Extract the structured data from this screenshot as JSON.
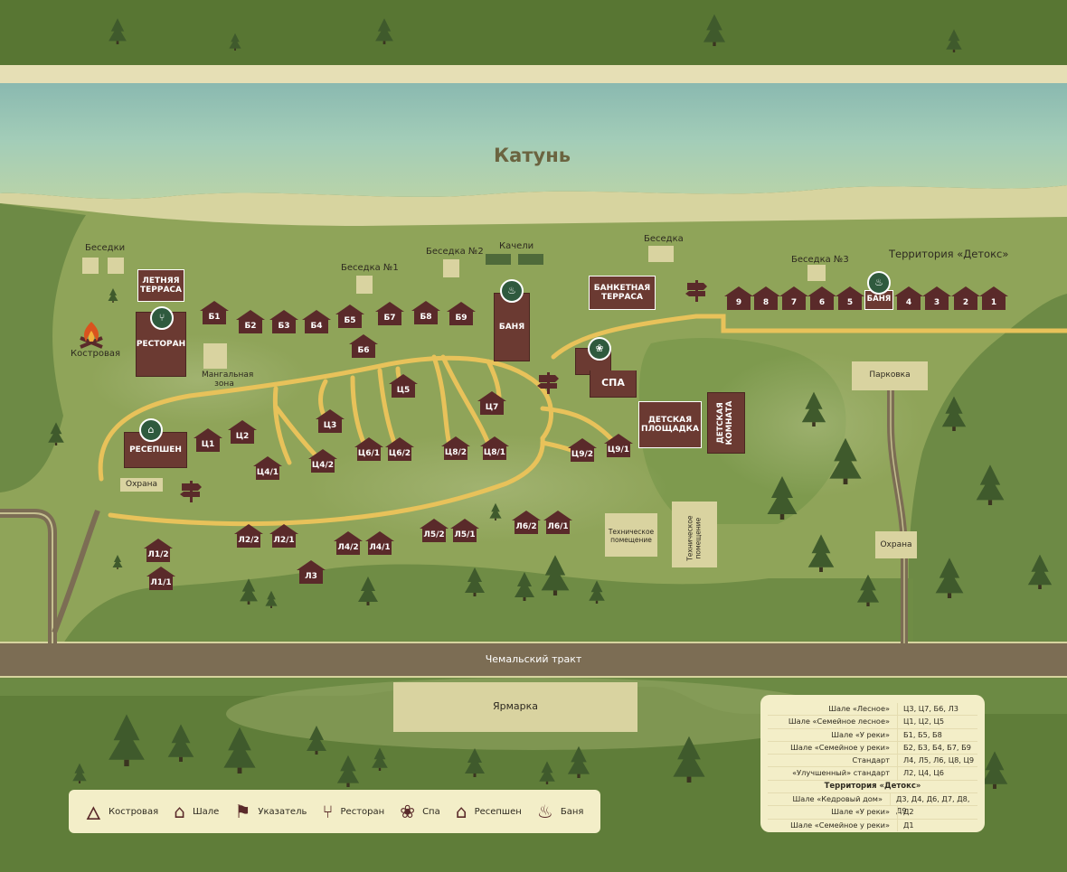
{
  "colors": {
    "grass": "#8fa459",
    "forest": "#5f7a3c",
    "road": "#7c6d54",
    "path": "#e8c25a",
    "chalet": "#5a2a2a",
    "building": "#6b3a32",
    "badge": "#2f5a3e",
    "water": "#93c2b2"
  },
  "river": {
    "label": "Катунь"
  },
  "road": {
    "label": "Чемальский тракт"
  },
  "zones": {
    "detox": "Территория «Детокс»",
    "gazebos": "Беседки",
    "gazebo1": "Беседка №1",
    "gazebo2": "Беседка №2",
    "gazebo": "Беседка",
    "gazebo3": "Беседка №3",
    "swings": "Качели",
    "campfire": "Костровая",
    "bbq": "Мангальная зона",
    "security1": "Охрана",
    "security2": "Охрана",
    "parking": "Парковка",
    "tech1": "Техническое помещение",
    "tech2": "Техническое помещение",
    "fair": "Ярмарка"
  },
  "buildings": {
    "summer_terrace": "ЛЕТНЯЯ ТЕРРАСА",
    "restaurant": "РЕСТОРАН",
    "reception": "РЕСЕПШЕН",
    "banya_main": "БАНЯ",
    "banquet": "БАНКЕТНАЯ ТЕРРАСА",
    "spa": "СПА",
    "playground": "ДЕТСКАЯ ПЛОЩАДКА",
    "kids_room": "ДЕТСКАЯ КОМНАТА",
    "banya_detox": "БАНЯ"
  },
  "chalets": [
    {
      "id": "b1",
      "label": "Б1"
    },
    {
      "id": "b2",
      "label": "Б2"
    },
    {
      "id": "b3",
      "label": "Б3"
    },
    {
      "id": "b4",
      "label": "Б4"
    },
    {
      "id": "b5",
      "label": "Б5"
    },
    {
      "id": "b6",
      "label": "Б6"
    },
    {
      "id": "b7",
      "label": "Б7"
    },
    {
      "id": "b8",
      "label": "Б8"
    },
    {
      "id": "b9",
      "label": "Б9"
    },
    {
      "id": "c1",
      "label": "Ц1"
    },
    {
      "id": "c2",
      "label": "Ц2"
    },
    {
      "id": "c3",
      "label": "Ц3"
    },
    {
      "id": "c5",
      "label": "Ц5"
    },
    {
      "id": "c7",
      "label": "Ц7"
    },
    {
      "id": "c4-1",
      "label": "Ц4/1"
    },
    {
      "id": "c4-2",
      "label": "Ц4/2"
    },
    {
      "id": "c6-1",
      "label": "Ц6/1"
    },
    {
      "id": "c6-2",
      "label": "Ц6/2"
    },
    {
      "id": "c8-2",
      "label": "Ц8/2"
    },
    {
      "id": "c8-1",
      "label": "Ц8/1"
    },
    {
      "id": "c9-2",
      "label": "Ц9/2"
    },
    {
      "id": "c9-1",
      "label": "Ц9/1"
    },
    {
      "id": "l1-2",
      "label": "Л1/2"
    },
    {
      "id": "l1-1",
      "label": "Л1/1"
    },
    {
      "id": "l2-2",
      "label": "Л2/2"
    },
    {
      "id": "l2-1",
      "label": "Л2/1"
    },
    {
      "id": "l3",
      "label": "Л3"
    },
    {
      "id": "l4-2",
      "label": "Л4/2"
    },
    {
      "id": "l4-1",
      "label": "Л4/1"
    },
    {
      "id": "l5-2",
      "label": "Л5/2"
    },
    {
      "id": "l5-1",
      "label": "Л5/1"
    },
    {
      "id": "l6-2",
      "label": "Л6/2"
    },
    {
      "id": "l6-1",
      "label": "Л6/1"
    },
    {
      "id": "d9",
      "label": "9"
    },
    {
      "id": "d8",
      "label": "8"
    },
    {
      "id": "d7",
      "label": "7"
    },
    {
      "id": "d6",
      "label": "6"
    },
    {
      "id": "d5",
      "label": "5"
    },
    {
      "id": "d4",
      "label": "4"
    },
    {
      "id": "d3",
      "label": "3"
    },
    {
      "id": "d2",
      "label": "2"
    },
    {
      "id": "d1",
      "label": "1"
    }
  ],
  "legend": [
    {
      "icon": "campfire-icon",
      "label": "Костровая"
    },
    {
      "icon": "chalet-icon",
      "label": "Шале"
    },
    {
      "icon": "signpost-icon",
      "label": "Указатель"
    },
    {
      "icon": "restaurant-icon",
      "label": "Ресторан"
    },
    {
      "icon": "spa-icon",
      "label": "Спа"
    },
    {
      "icon": "reception-icon",
      "label": "Ресепшен"
    },
    {
      "icon": "banya-icon",
      "label": "Баня"
    }
  ],
  "table": {
    "rows": [
      {
        "type": "Шале «Лесное»",
        "units": "Ц3, Ц7, Б6, Л3"
      },
      {
        "type": "Шале «Семейное лесное»",
        "units": "Ц1, Ц2, Ц5"
      },
      {
        "type": "Шале «У реки»",
        "units": "Б1, Б5, Б8"
      },
      {
        "type": "Шале «Семейное у реки»",
        "units": "Б2, Б3, Б4, Б7, Б9"
      },
      {
        "type": "Стандарт",
        "units": "Л4, Л5, Л6, Ц8, Ц9"
      },
      {
        "type": "«Улучшенный» стандарт",
        "units": "Л2, Ц4, Ц6"
      }
    ],
    "detox_header": "Территория «Детокс»",
    "detox_rows": [
      {
        "type": "Шале «Кедровый дом»",
        "units": "Д3, Д4, Д6, Д7, Д8, Д9"
      },
      {
        "type": "Шале «У реки»",
        "units": "Д2"
      },
      {
        "type": "Шале «Семейное у реки»",
        "units": "Д1"
      }
    ]
  }
}
